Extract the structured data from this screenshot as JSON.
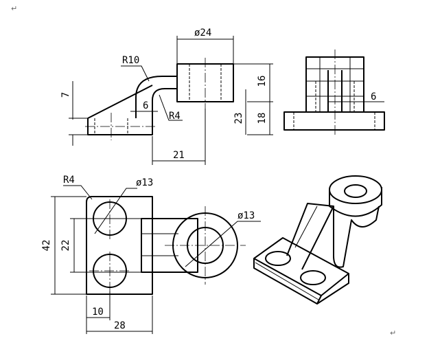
{
  "paragraph_mark": "↵",
  "dimensions": {
    "d_hole_top": "ø24",
    "r10": "R10",
    "r4_front": "R4",
    "h7": "7",
    "w6_front": "6",
    "h16": "16",
    "h18": "18",
    "h23": "23",
    "w21": "21",
    "w6_side": "6",
    "r4_top": "R4",
    "d13_left": "ø13",
    "d13_right": "ø13",
    "h42": "42",
    "h22": "22",
    "w10": "10",
    "w28": "28"
  }
}
